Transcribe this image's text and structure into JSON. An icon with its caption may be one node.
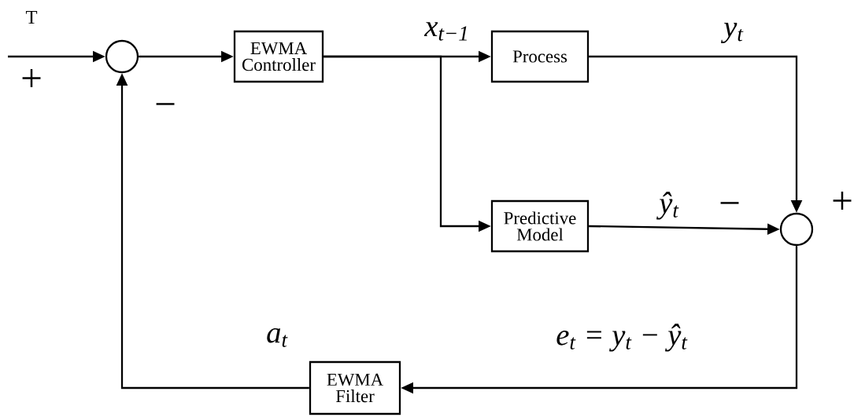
{
  "diagram": {
    "nodes": [
      {
        "text": [],
        "shape": "circle"
      },
      {
        "text": [
          "EWMA Controller"
        ]
      },
      {
        "text": [
          "Process"
        ]
      },
      {
        "text": [
          "Predictive Model"
        ]
      },
      {
        "text": [],
        "shape": "circle"
      },
      {
        "text": [
          "EWMA Filter"
        ]
      }
    ],
    "edges": [
      {
        "from": null,
        "to": 0,
        "arrow": "to",
        "label": "T"
      },
      {
        "from": 0,
        "to": 1,
        "arrow": "to"
      },
      {
        "from": 1,
        "to": 2,
        "arrow": "to",
        "label": "x$_{t−1}$"
      },
      {
        "from": 1,
        "to": 3,
        "arrow": "to"
      },
      {
        "from": 2,
        "to": 4,
        "arrow": "to",
        "label": "y$_{t}$"
      },
      {
        "from": 3,
        "to": 4,
        "arrow": "to",
        "label": "ŷ$_{t}$"
      },
      {
        "from": 4,
        "to": 5,
        "arrow": "to",
        "label": "e$_{t}$ = y$_{t}$ − ŷ$_{t}$"
      },
      {
        "from": 5,
        "to": 0,
        "arrow": "to",
        "label": "a$_{t}$"
      }
    ],
    "labels": [
      "+",
      "−",
      "+",
      "−"
    ]
  }
}
